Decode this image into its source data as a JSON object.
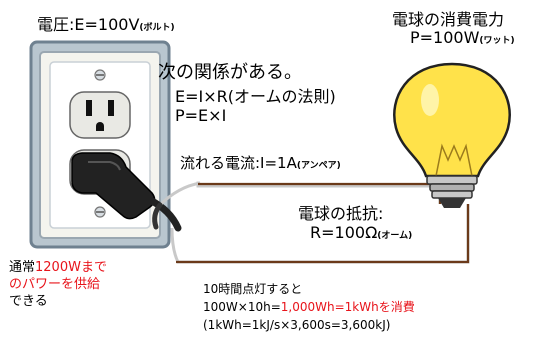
{
  "voltage": {
    "label": "電圧:E=100V",
    "unit": "(ボルト)"
  },
  "bulb_power": {
    "title": "電球の消費電力",
    "value": "P=100W",
    "unit": "(ワット)"
  },
  "relations": {
    "intro": "次の関係がある。",
    "ohms_law": "E=I×R(オームの法則)",
    "power_formula": "P=E×I"
  },
  "current": {
    "label": "流れる電流:I=1A",
    "unit": "(アンペア)"
  },
  "resistance": {
    "title": "電球の抵抗:",
    "value": "R=100Ω",
    "unit": "(オーム)"
  },
  "outlet_note": {
    "line1_prefix": "通常",
    "line1_red": "1200Wまで",
    "line2_red": "のパワーを供給",
    "line3": "できる"
  },
  "consumption": {
    "line1": "10時間点灯すると",
    "line2_prefix": "100W×10h=",
    "line2_red": "1,000Wh=1kWhを消費",
    "line3": "(1kWh=1kJ/s×3,600s=3,600kJ)"
  },
  "colors": {
    "accent_red": "#e8141b",
    "wire": "#6b3a1a",
    "wall": "#a9b7c2",
    "bulb": "#ffe24a"
  },
  "icons": [
    "wall-outlet-icon",
    "power-plug-icon",
    "light-bulb-icon"
  ]
}
